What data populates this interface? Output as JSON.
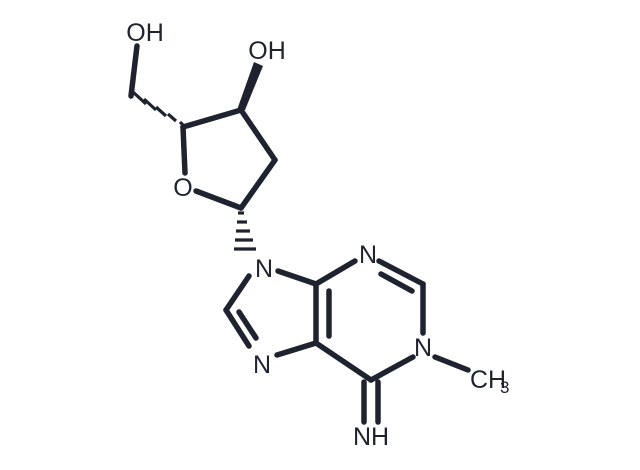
{
  "molecule": {
    "atoms": {
      "oh_top": "OH",
      "oh_right": "OH",
      "o_ring": "O",
      "n9": "N",
      "n3": "N",
      "n7": "N",
      "n1": "N",
      "methyl": "CH",
      "methyl_sub": "3",
      "imine": "NH"
    }
  },
  "colors": {
    "ink": "#1f2330",
    "background": "#ffffff"
  }
}
